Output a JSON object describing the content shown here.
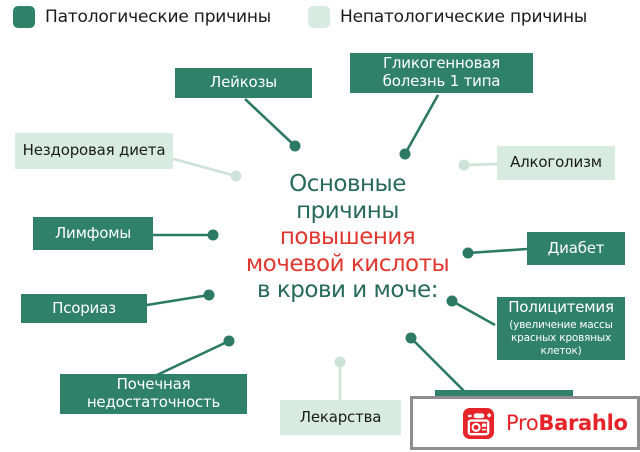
{
  "colors": {
    "dark_green": "#2f8169",
    "light_green": "#d8ebe2",
    "line_dark": "#2d7a63",
    "line_light": "#cde3d8",
    "center_green": "#276a58",
    "red": "#e0372f",
    "text_dark": "#1b1b1b",
    "white": "#ffffff",
    "watermark_red": "#e52329",
    "watermark_border": "#8e8e8e"
  },
  "legend": {
    "pathological_label": "Патологические причины",
    "non_pathological_label": "Непатологические причины"
  },
  "center_title": {
    "line1": "Основные",
    "line2": "причины",
    "line3": "повышения",
    "line4": "мочевой кислоты",
    "line5": "в крови и моче:"
  },
  "nodes": {
    "leukemia": {
      "label": "Лейкозы",
      "type": "pathological"
    },
    "glycogen": {
      "label": "Гликогенновая болезнь 1 типа",
      "type": "pathological"
    },
    "diet": {
      "label": "Нездоровая диета",
      "type": "non_pathological"
    },
    "alcoholism": {
      "label": "Алкоголизм",
      "type": "non_pathological"
    },
    "lymphoma": {
      "label": "Лимфомы",
      "type": "pathological"
    },
    "diabetes": {
      "label": "Диабет",
      "type": "pathological"
    },
    "psoriasis": {
      "label": "Псориаз",
      "type": "pathological"
    },
    "polycythemia": {
      "title": "Полицитемия",
      "subtitle": "(увеличение массы красных кровяных клеток)",
      "type": "pathological"
    },
    "renal_failure": {
      "label": "Почечная недостаточность",
      "type": "pathological"
    },
    "drugs": {
      "label": "Лекарства",
      "type": "non_pathological"
    },
    "covered_box": {
      "label": "",
      "type": "pathological",
      "note": "text hidden behind watermark"
    }
  },
  "watermark": {
    "icon": "camera-icon",
    "text_pro": "Pro",
    "text_barahlo": "Barahlo"
  }
}
